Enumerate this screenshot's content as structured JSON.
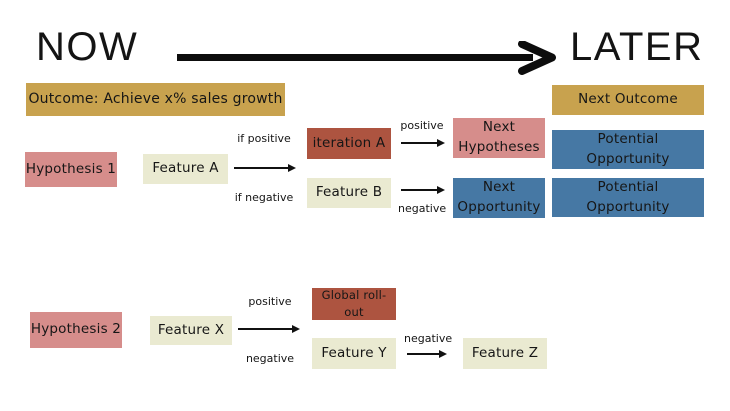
{
  "header": {
    "now": "NOW",
    "later": "LATER"
  },
  "colors": {
    "gold": "#c8a24e",
    "pink": "#d68d8b",
    "rust": "#ad5440",
    "cream": "#eaead1",
    "blue": "#4678a4",
    "text": "#161616",
    "arrow": "#111111",
    "background": "#ffffff"
  },
  "boxes": {
    "outcome": "Outcome: Achieve x% sales growth",
    "next_outcome": "Next Outcome",
    "hypothesis_1": "Hypothesis 1",
    "feature_a": "Feature A",
    "iteration_a": "iteration A",
    "feature_b": "Feature B",
    "next_hypotheses": "Next\nHypotheses",
    "next_opportunity": "Next\nOpportunity",
    "potential_opportunity_1": "Potential\nOpportunity",
    "potential_opportunity_2": "Potential\nOpportunity",
    "hypothesis_2": "Hypothesis 2",
    "feature_x": "Feature X",
    "global_rollout": "Global roll-out",
    "feature_y": "Feature Y",
    "feature_z": "Feature Z"
  },
  "arrow_labels": {
    "feature_a_positive": "if positive",
    "feature_a_negative": "if negative",
    "iteration_a_positive": "positive",
    "feature_b_negative": "negative",
    "feature_x_positive": "positive",
    "feature_x_negative": "negative",
    "feature_y_negative": "negative"
  }
}
